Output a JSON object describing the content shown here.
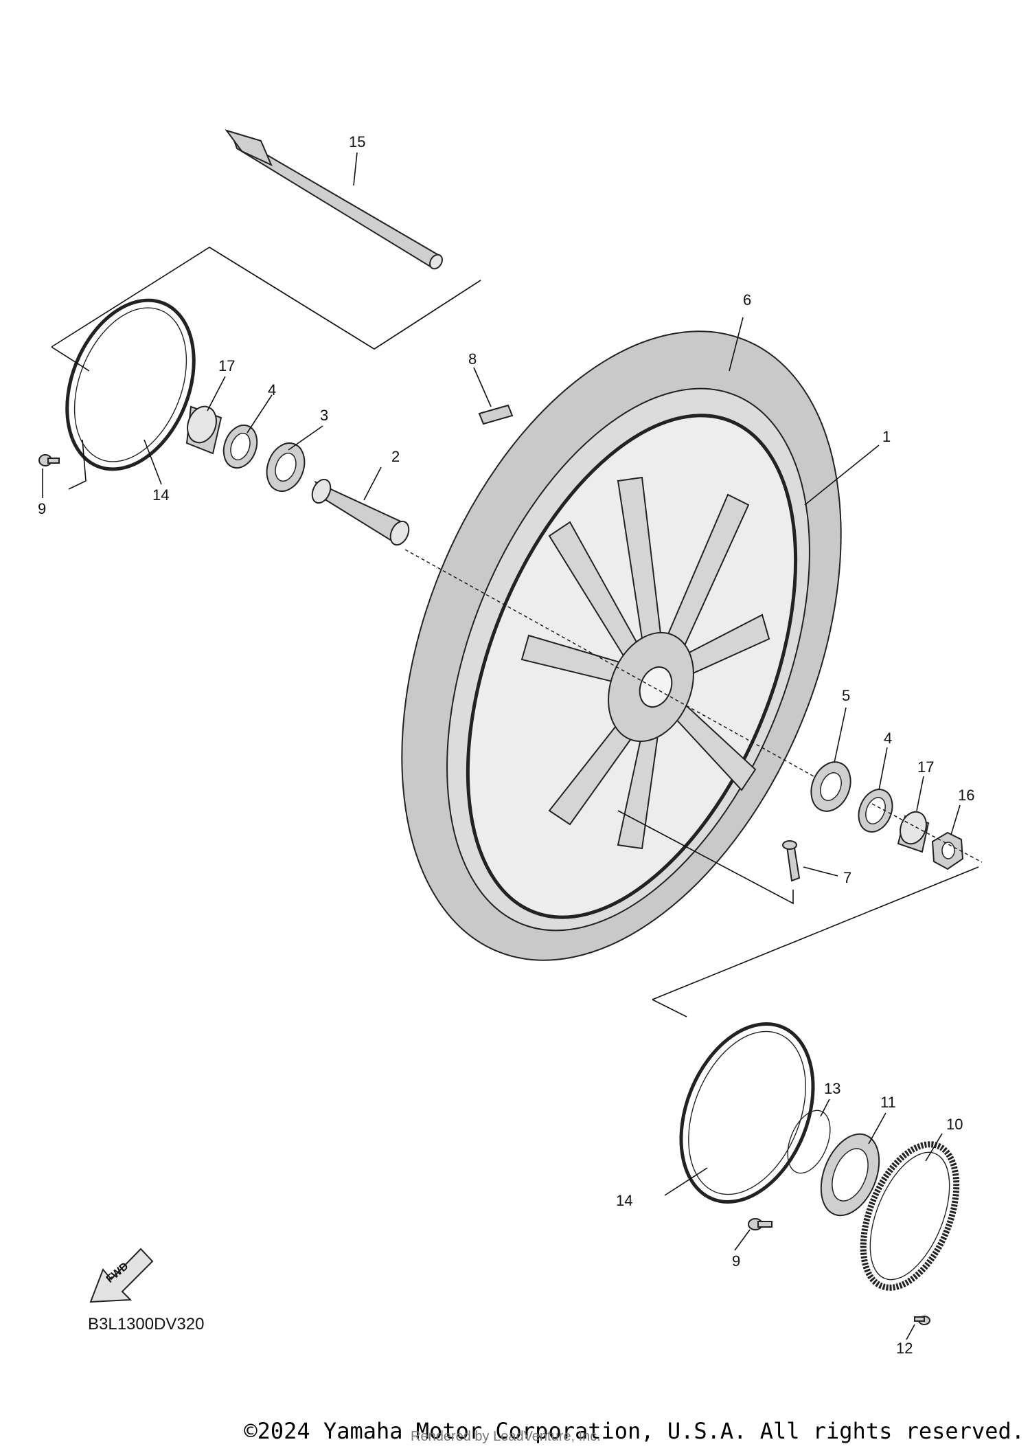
{
  "diagram": {
    "callouts": {
      "c1": "1",
      "c2": "2",
      "c3": "3",
      "c4a": "4",
      "c4b": "4",
      "c5": "5",
      "c6": "6",
      "c7": "7",
      "c8": "8",
      "c9a": "9",
      "c9b": "9",
      "c10": "10",
      "c11": "11",
      "c12": "12",
      "c13": "13",
      "c14a": "14",
      "c14b": "14",
      "c15": "15",
      "c16": "16",
      "c17a": "17",
      "c17b": "17"
    },
    "fwd_label": "FWD",
    "drawing_code": "B3L1300DV320"
  },
  "footer": {
    "copyright": "©2024 Yamaha Motor Corporation, U.S.A. All rights reserved.",
    "rendered_by": "Rendered by LeadVenture, Inc."
  }
}
